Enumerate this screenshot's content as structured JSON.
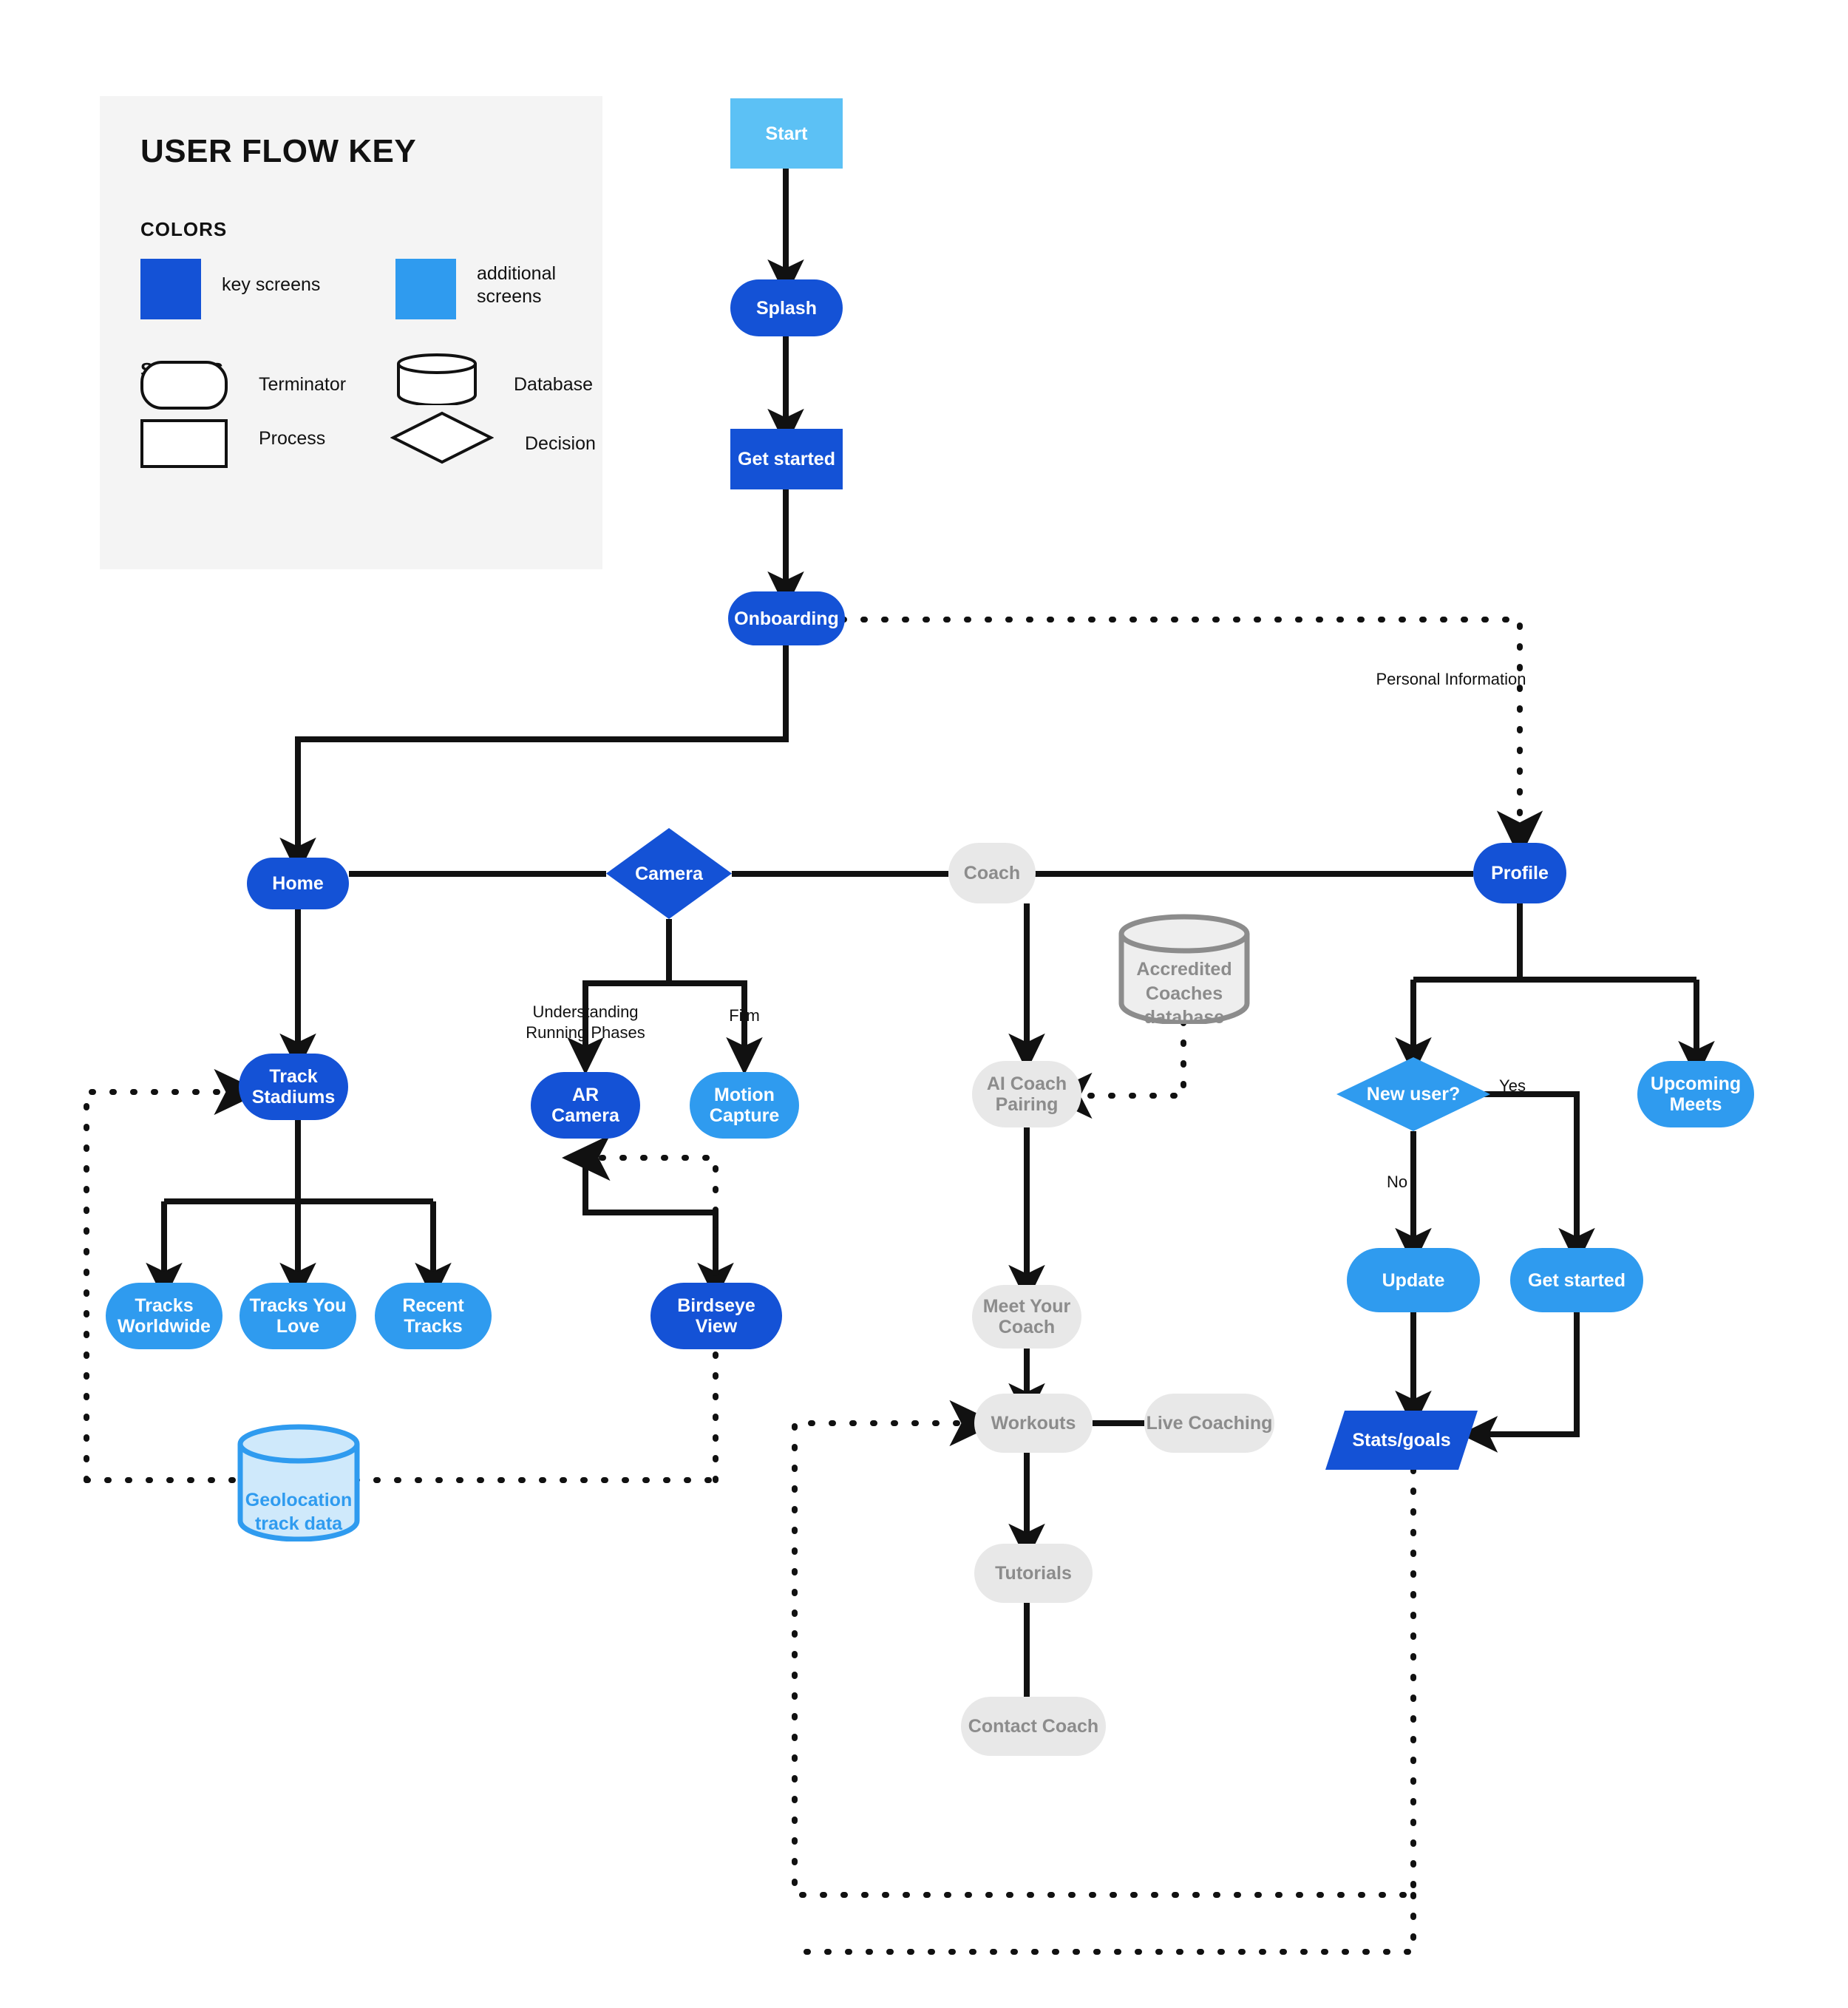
{
  "legend": {
    "title": "USER FLOW KEY",
    "colors_heading": "COLORS",
    "shapes_heading": "SHAPES",
    "key_screens_label": "key screens",
    "additional_screens_label": "additional screens",
    "key_screens_color": "#1452d6",
    "additional_screens_color": "#2f9bef",
    "shapes": {
      "terminator": "Terminator",
      "database": "Database",
      "process": "Process",
      "decision": "Decision"
    }
  },
  "palette": {
    "key_screen": "#1452d6",
    "additional_screen": "#2f9bef",
    "start_screen": "#5cc1f5",
    "disabled": "#e8e8e8",
    "disabled_text": "#8c8c8c",
    "line": "#111111",
    "geo_db_fill": "#cfe9fb",
    "geo_db_stroke": "#2f9bef",
    "geo_db_text": "#2f9bef",
    "coach_db_fill": "#eeeeee",
    "coach_db_stroke": "#8c8c8c",
    "coach_db_text": "#8c8c8c"
  },
  "nodes": {
    "start": "Start",
    "splash": "Splash",
    "get_started": "Get started",
    "onboarding": "Onboarding",
    "home": "Home",
    "camera": "Camera",
    "coach": "Coach",
    "profile": "Profile",
    "track_stadiums": "Track Stadiums",
    "ar_camera": "AR Camera",
    "motion_capture": "Motion Capture",
    "ai_coach_pairing": "AI Coach Pairing",
    "accredited_coaches_db": "Accredited Coaches database",
    "new_user": "New user?",
    "upcoming_meets": "Upcoming Meets",
    "tracks_worldwide": "Tracks Worldwide",
    "tracks_you_love": "Tracks You Love",
    "recent_tracks": "Recent Tracks",
    "birdseye_view": "Birdseye View",
    "geolocation_db": "Geolocation track data",
    "update": "Update",
    "profile_get_started": "Get started",
    "meet_your_coach": "Meet Your Coach",
    "workouts": "Workouts",
    "live_coaching": "Live Coaching",
    "stats_goals": "Stats/goals",
    "tutorials": "Tutorials",
    "contact_coach": "Contact Coach"
  },
  "edge_labels": {
    "personal_information": "Personal Information",
    "understanding_running_phases": "Understanding Running Phases",
    "film": "Film",
    "yes": "Yes",
    "no": "No"
  }
}
